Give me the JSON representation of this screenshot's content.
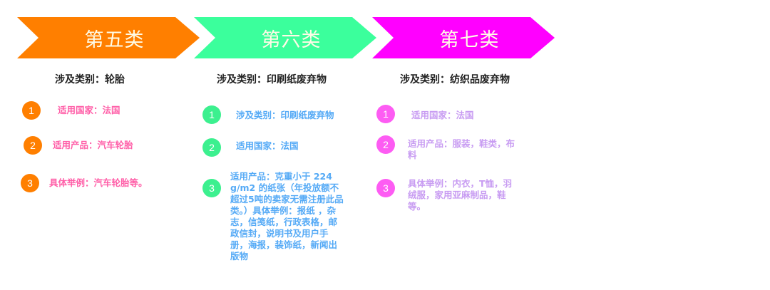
{
  "categories": [
    {
      "label": "第五类",
      "color": "#ff7f00",
      "title": "涉及类别：轮胎",
      "badge_color": "#ff7f00",
      "text_color": "#ff5fa8",
      "items": [
        {
          "n": "1",
          "text": "适用国家：法国"
        },
        {
          "n": "2",
          "text": "适用产品：汽车轮胎"
        },
        {
          "n": "3",
          "text": "具体举例：汽车轮胎等。"
        }
      ]
    },
    {
      "label": "第六类",
      "color": "#3bff9c",
      "title": "涉及类别：印刷纸废弃物",
      "badge_color": "#3cf08f",
      "text_color": "#55aaf6",
      "items": [
        {
          "n": "1",
          "text": "涉及类别：印刷纸废弃物"
        },
        {
          "n": "2",
          "text": "适用国家：法国"
        },
        {
          "n": "3",
          "text": "适用产品：克重小于 224 g/m2 的纸张（年投放额不超过5吨的卖家无需注册此品类。）具体举例：报纸 ，杂志，信笺纸，行政表格，邮政信封，说明书及用户手册，海报，装饰纸，新闻出版物"
        }
      ]
    },
    {
      "label": "第七类",
      "color": "#ff00ff",
      "title": "涉及类别：纺织品废弃物",
      "badge_color": "#fd5cf3",
      "text_color": "#c89cf2",
      "items": [
        {
          "n": "1",
          "text": "适用国家：法国"
        },
        {
          "n": "2",
          "text": "适用产品：服装，鞋类，布料"
        },
        {
          "n": "3",
          "text": "具体举例：内衣，T恤，羽绒服，家用亚麻制品，鞋等。"
        }
      ]
    }
  ]
}
